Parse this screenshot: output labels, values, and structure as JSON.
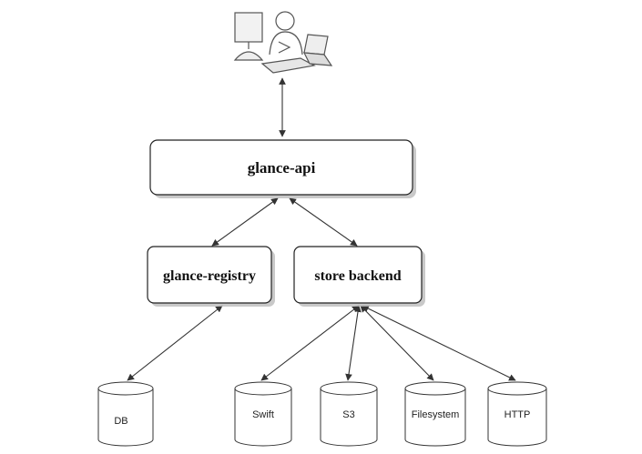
{
  "nodes": {
    "api": {
      "label": "glance-api"
    },
    "registry": {
      "label": "glance-registry"
    },
    "store": {
      "label": "store backend"
    }
  },
  "databases": {
    "db": {
      "label": "DB"
    },
    "swift": {
      "label": "Swift"
    },
    "s3": {
      "label": "S3"
    },
    "filesystem": {
      "label": "Filesystem"
    },
    "http": {
      "label": "HTTP"
    }
  },
  "edges": [
    {
      "from": "user",
      "to": "glance-api",
      "direction": "both"
    },
    {
      "from": "glance-api",
      "to": "glance-registry",
      "direction": "both"
    },
    {
      "from": "glance-api",
      "to": "store backend",
      "direction": "both"
    },
    {
      "from": "glance-registry",
      "to": "DB",
      "direction": "both"
    },
    {
      "from": "store backend",
      "to": "Swift",
      "direction": "both"
    },
    {
      "from": "store backend",
      "to": "S3",
      "direction": "both"
    },
    {
      "from": "store backend",
      "to": "Filesystem",
      "direction": "both"
    },
    {
      "from": "store backend",
      "to": "HTTP",
      "direction": "both"
    }
  ],
  "colors": {
    "stroke": "#222222",
    "shadow": "#bbbbbb",
    "background": "#ffffff"
  }
}
